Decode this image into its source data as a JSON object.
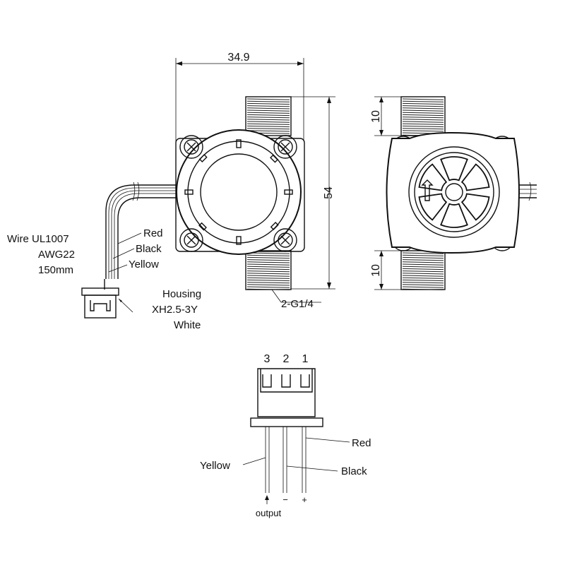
{
  "dimensions": {
    "width": "34.9",
    "height": "54",
    "thread_top": "10",
    "thread_bottom": "10",
    "thread_spec": "2-G1/4"
  },
  "wire_spec": {
    "line1": "Wire UL1007",
    "line2": "AWG22",
    "line3": "150mm"
  },
  "wire_colors": {
    "red": "Red",
    "black": "Black",
    "yellow": "Yellow"
  },
  "housing": {
    "line1": "Housing",
    "line2": "XH2.5-3Y",
    "line3": "White"
  },
  "connector": {
    "pins": [
      "3",
      "2",
      "1"
    ],
    "yellow": "Yellow",
    "black": "Black",
    "red": "Red",
    "output_label": "output",
    "minus": "−",
    "plus": "+"
  }
}
